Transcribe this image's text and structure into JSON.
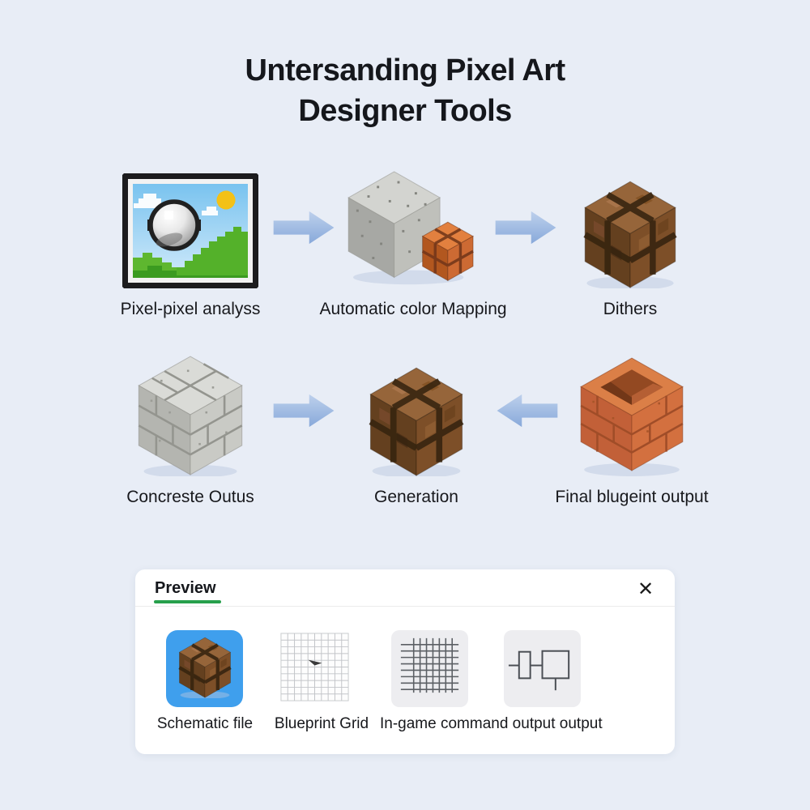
{
  "title": {
    "line1": "Untersanding Pixel Art",
    "line2": "Designer Tools"
  },
  "flow": {
    "row1": [
      {
        "label": "Pixel-pixel analyss",
        "icon": "framed-pixel-image-icon"
      },
      {
        "label": "Automatic color Mapping",
        "icon": "stone-and-brick-cubes-icon"
      },
      {
        "label": "Dithers",
        "icon": "dirt-block-icon"
      }
    ],
    "row1_arrows": [
      "right",
      "right"
    ],
    "row2": [
      {
        "label": "Concreste Outus",
        "icon": "stone-brick-cube-icon"
      },
      {
        "label": "Generation",
        "icon": "dirt-block-icon"
      },
      {
        "label": "Final blugeint output",
        "icon": "open-brick-box-icon"
      }
    ],
    "row2_arrows": [
      "right",
      "left"
    ]
  },
  "preview_panel": {
    "tab_label": "Preview",
    "close_icon": "✕",
    "thumbnails": [
      {
        "label": "Schematic file",
        "icon": "dirt-cube-thumbnail-icon",
        "selected": true
      },
      {
        "label": "Blueprint Grid",
        "icon": "blueprint-grid-icon",
        "selected": false
      },
      {
        "label": "In-game command output output",
        "icon": "dense-grid-icon",
        "selected": false
      },
      {
        "label": "",
        "icon": "node-diagram-icon",
        "selected": false
      }
    ]
  },
  "colors": {
    "background": "#e8edf6",
    "title_text": "#15171c",
    "label_text": "#17181c",
    "arrow_light": "#bdd0ec",
    "arrow_dark": "#88a9da",
    "panel_bg": "#ffffff",
    "accent_green": "#27a04c",
    "thumb_selected_blue": "#3f9fed",
    "thumb_neutral_bg": "#ededf0"
  }
}
